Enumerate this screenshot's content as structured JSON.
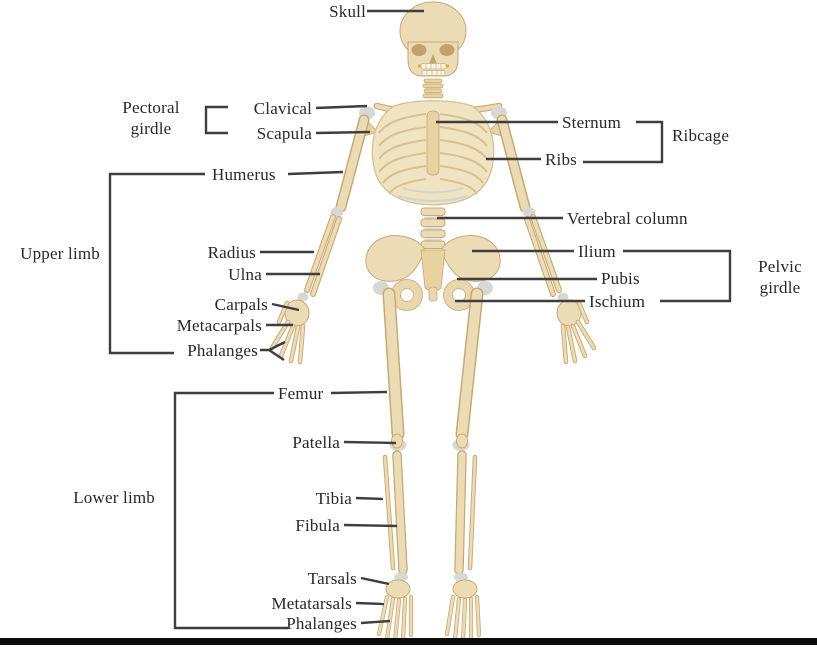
{
  "figure": {
    "labels": {
      "skull": "Skull",
      "pectoral_girdle": "Pectoral girdle",
      "clavical": "Clavical",
      "scapula": "Scapula",
      "humerus": "Humerus",
      "upper_limb": "Upper limb",
      "radius": "Radius",
      "ulna": "Ulna",
      "carpals": "Carpals",
      "metacarpals": "Metacarpals",
      "phalanges_hand": "Phalanges",
      "sternum": "Sternum",
      "ribs": "Ribs",
      "ribcage": "Ribcage",
      "vertebral_column": "Vertebral column",
      "ilium": "Ilium",
      "pubis": "Pubis",
      "ischium": "Ischium",
      "pelvic_girdle": "Pelvic girdle",
      "femur": "Femur",
      "patella": "Patella",
      "tibia": "Tibia",
      "fibula": "Fibula",
      "lower_limb": "Lower limb",
      "tarsals": "Tarsals",
      "metatarsals": "Metatarsals",
      "phalanges_foot": "Phalanges"
    },
    "colors": {
      "background": "#ffffff",
      "bone": "#ecdcb6",
      "bone_shade": "#e7d2a2",
      "bone_outline": "#c9a873",
      "joint_cartilage": "#d8d8d3",
      "leader_line": "#3e3e3e",
      "text": "#282828",
      "bottom_bar": "#0b0b0b"
    }
  }
}
